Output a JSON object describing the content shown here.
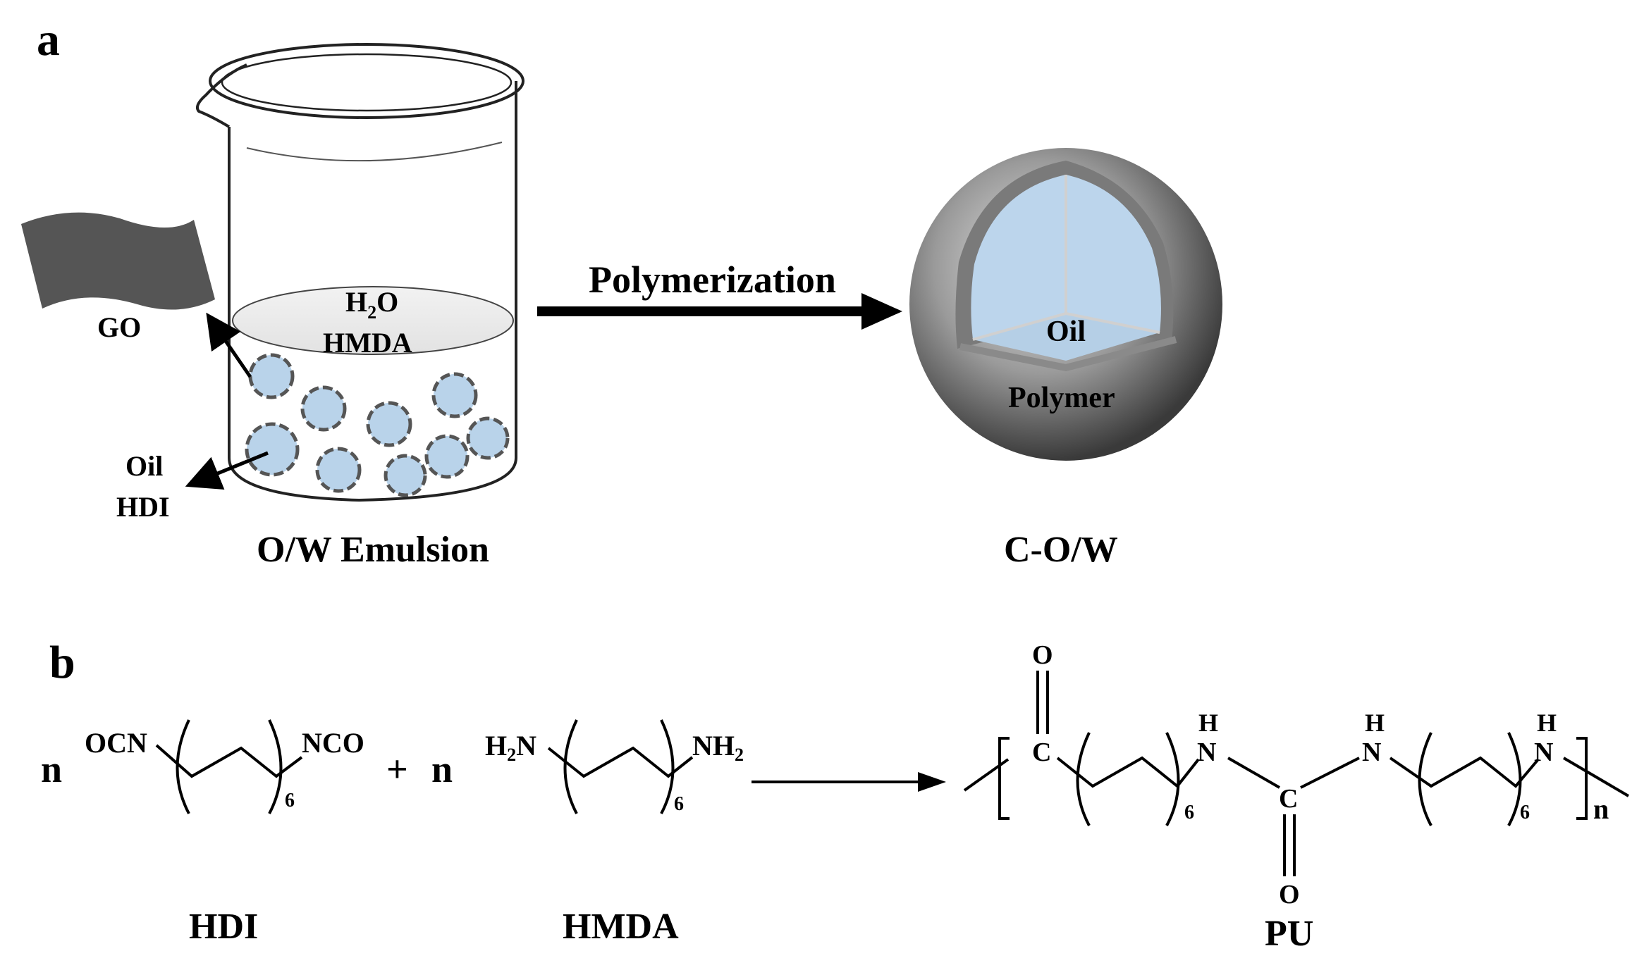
{
  "panel_a": {
    "label": "a",
    "beaker": {
      "phase_label_1": "H",
      "phase_label_1_sub": "2",
      "phase_label_1_tail": "O",
      "phase_label_2": "HMDA",
      "caption": "O/W Emulsion"
    },
    "go_label": "GO",
    "droplet_label_1": "Oil",
    "droplet_label_2": "HDI",
    "process_label": "Polymerization",
    "capsule": {
      "core_label": "Oil",
      "shell_label": "Polymer",
      "caption": "C-O/W"
    }
  },
  "panel_b": {
    "label": "b",
    "reactant_1": {
      "coefficient": "n",
      "left_group": "OCN",
      "right_group": "NCO",
      "repeat": "6",
      "name": "HDI"
    },
    "plus": "+",
    "reactant_2": {
      "coefficient": "n",
      "left_group": "H",
      "left_group_sub": "2",
      "left_group_tail": "N",
      "right_group": "NH",
      "right_group_sub": "2",
      "repeat": "6",
      "name": "HMDA"
    },
    "product": {
      "carbonyl_o": "O",
      "carbonyl_c": "C",
      "repeat_1": "6",
      "nh_1_h": "H",
      "nh_1_n": "N",
      "urea_c": "C",
      "urea_o": "O",
      "nh_2_h": "H",
      "nh_2_n": "N",
      "repeat_2": "6",
      "nh_3_h": "H",
      "nh_3_n": "N",
      "subscript_n": "n",
      "name": "PU"
    }
  },
  "colors": {
    "droplet_fill": "#b9d3ea",
    "droplet_stroke": "#555555",
    "go_sheet": "#555555",
    "liquid_top": "#ececec",
    "core_fill": "#bcd5ec",
    "shell_dark": "#3f3f3f",
    "shell_light": "#d8d8d8"
  }
}
